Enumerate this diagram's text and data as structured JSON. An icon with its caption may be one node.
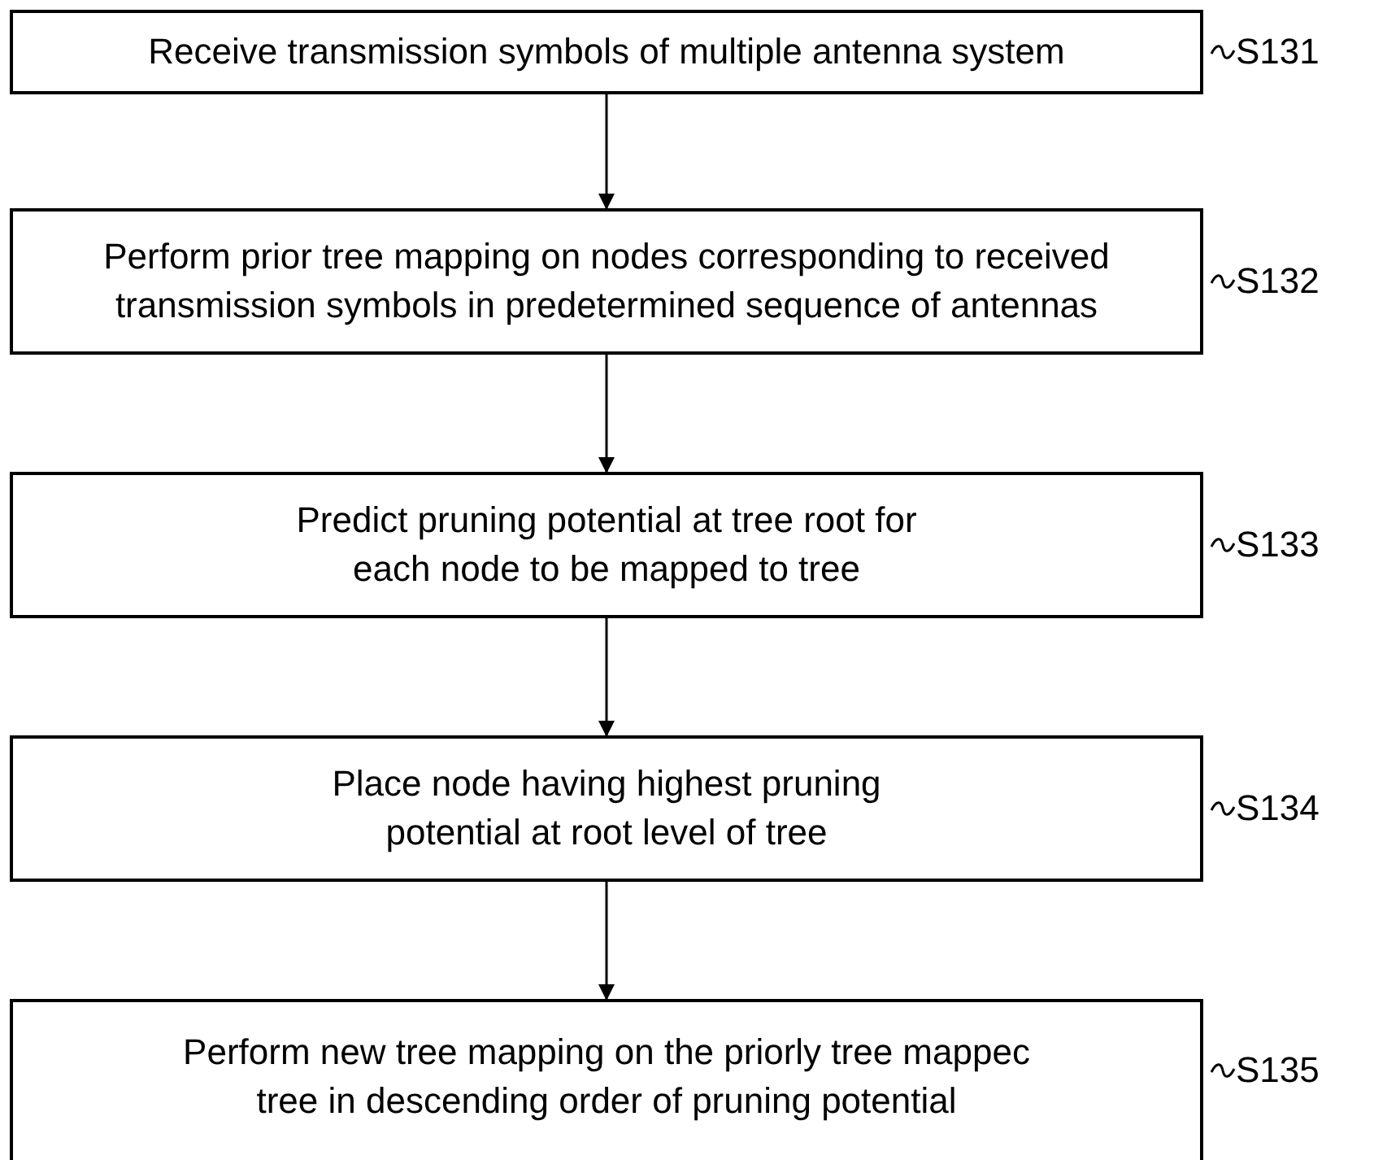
{
  "diagram": {
    "nodes": [
      {
        "text": [
          "Receive transmission symbols of multiple antenna system"
        ],
        "beside": [
          "S131"
        ]
      },
      {
        "text": [
          "Perform prior tree mapping on nodes corresponding to received transmission symbols in predetermined sequence of antennas"
        ],
        "beside": [
          "S132"
        ]
      },
      {
        "text": [
          "Predict pruning potential at tree root for each node to be mapped to tree"
        ],
        "beside": [
          "S133"
        ]
      },
      {
        "text": [
          "Place node having highest pruning potential at root level of tree"
        ],
        "beside": [
          "S134"
        ]
      },
      {
        "text": [
          "Perform new tree mapping on the priorly tree mappec tree in descending order of pruning potential"
        ],
        "beside": [
          "S135"
        ]
      }
    ],
    "edges": [
      {
        "from": 0,
        "to": 1,
        "arrow": "to"
      },
      {
        "from": 1,
        "to": 2,
        "arrow": "to"
      },
      {
        "from": 2,
        "to": 3,
        "arrow": "to"
      },
      {
        "from": 3,
        "to": 4,
        "arrow": "to"
      }
    ]
  }
}
